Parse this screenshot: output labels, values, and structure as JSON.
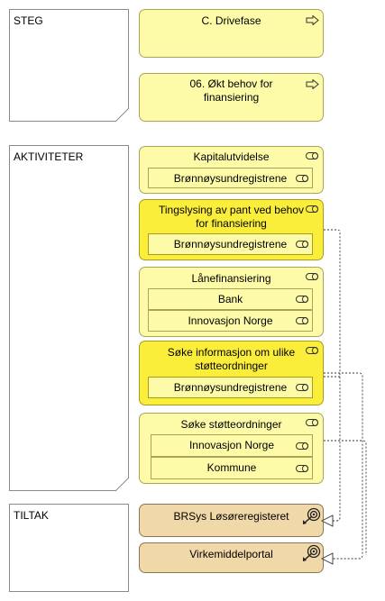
{
  "lanes": {
    "steg": "STEG",
    "aktiviteter": "AKTIVITETER",
    "tiltak": "TILTAK"
  },
  "steg": [
    {
      "label": "C. Drivefase"
    },
    {
      "label": "06. Økt behov for finansiering"
    }
  ],
  "aktiviteter": [
    {
      "title": "Kapitalutvidelse",
      "actors": [
        "Brønnøysundregistrene"
      ]
    },
    {
      "title": "Tingslysing av pant ved behov for finansiering",
      "actors": [
        "Brønnøysundregistrene"
      ]
    },
    {
      "title": "Lånefinansiering",
      "actors": [
        "Bank",
        "Innovasjon Norge"
      ]
    },
    {
      "title": "Søke informasjon om ulike støtteordninger",
      "actors": [
        "Brønnøysundregistrene"
      ]
    },
    {
      "title": "Søke støtteordninger",
      "actors": [
        "Innovasjon Norge",
        "Kommune"
      ]
    }
  ],
  "tiltak": [
    {
      "label": "BRSys Løsøreregisteret"
    },
    {
      "label": "Virkemiddelportal"
    }
  ],
  "colors": {
    "light_yellow": "#fefba8",
    "bright_yellow": "#fbee3a",
    "tiltak_tan": "#f0d8a8"
  },
  "icons": [
    "event-arrow-icon",
    "role-icon",
    "target-icon"
  ]
}
